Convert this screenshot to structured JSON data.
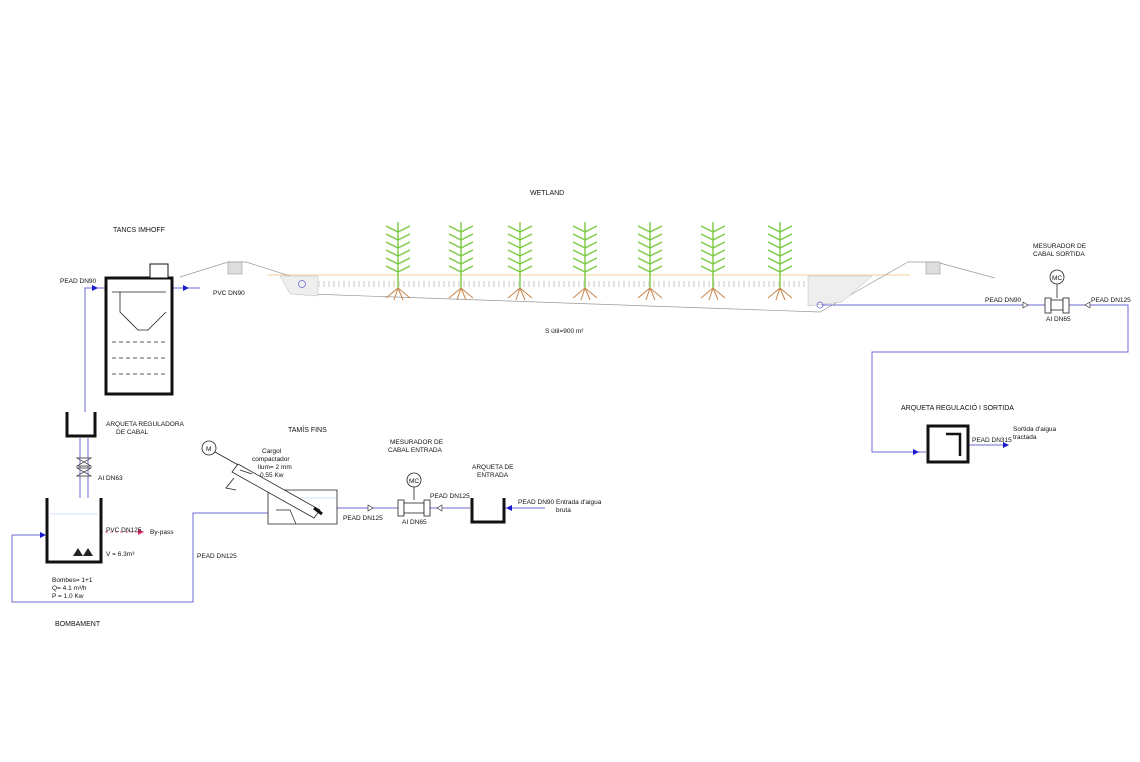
{
  "labels": {
    "wetland": "WETLAND",
    "tancs_imhoff": "TANCS IMHOFF",
    "pead_dn90_top": "PEAD DN90",
    "pvc_dn90": "PVC DN90",
    "s_util": "S útil=900 m²",
    "mesurador_sortida_1": "MESURADOR DE",
    "mesurador_sortida_2": "CABAL SORTIDA",
    "mc": "MC",
    "pead_dn90_out": "PEAD DN90",
    "pead_dn125_out": "PEAD DN125",
    "ai_dn65_out": "AI DN65",
    "arqueta_reg_sortida": "ARQUETA REGULACIÓ I SORTIDA",
    "pead_dn315": "PEAD DN315",
    "sortida_1": "Sortida d'aigua",
    "sortida_2": "tractada",
    "arqueta_reg_cabal_1": "ARQUETA REGULADORA",
    "arqueta_reg_cabal_2": "DE CABAL",
    "ai_dn63": "AI DN63",
    "pvc_dn125": "PVC DN125",
    "bypass": "By-pass",
    "volume": "V = 6.3m³",
    "bombes_1": "Bombes= 1+1",
    "bombes_2": "Q= 4.1 m³/h",
    "bombes_3": "P = 1.0 Kw",
    "bombament": "BOMBAMENT",
    "tamis_fins": "TAMÍS FINS",
    "m": "M",
    "cargol_1": "Cargol",
    "cargol_2": "compactador",
    "cargol_3": "llum= 2 mm",
    "cargol_4": "0.55 Kw",
    "pead_dn125_tamis": "PEAD DN125",
    "pead_dn125_left": "PEAD DN125",
    "mesurador_entrada_1": "MESURADOR DE",
    "mesurador_entrada_2": "CABAL ENTRADA",
    "mc_in": "MC",
    "pead_dn125_in": "PEAD DN125",
    "ai_dn65_in": "AI DN65",
    "arqueta_entrada_1": "ARQUETA DE",
    "arqueta_entrada_2": "ENTRADA",
    "pead_dn90_in": "PEAD DN90",
    "entrada_1": "Entrada d'aigua",
    "entrada_2": "bruta"
  },
  "colors": {
    "pipe": "#6b6bd6",
    "flow_arrow": "#1a1acc",
    "bypass_arrow": "#e0306a",
    "plant": "#7ac943",
    "root": "#c8844a",
    "water_line": "#e0a030"
  }
}
